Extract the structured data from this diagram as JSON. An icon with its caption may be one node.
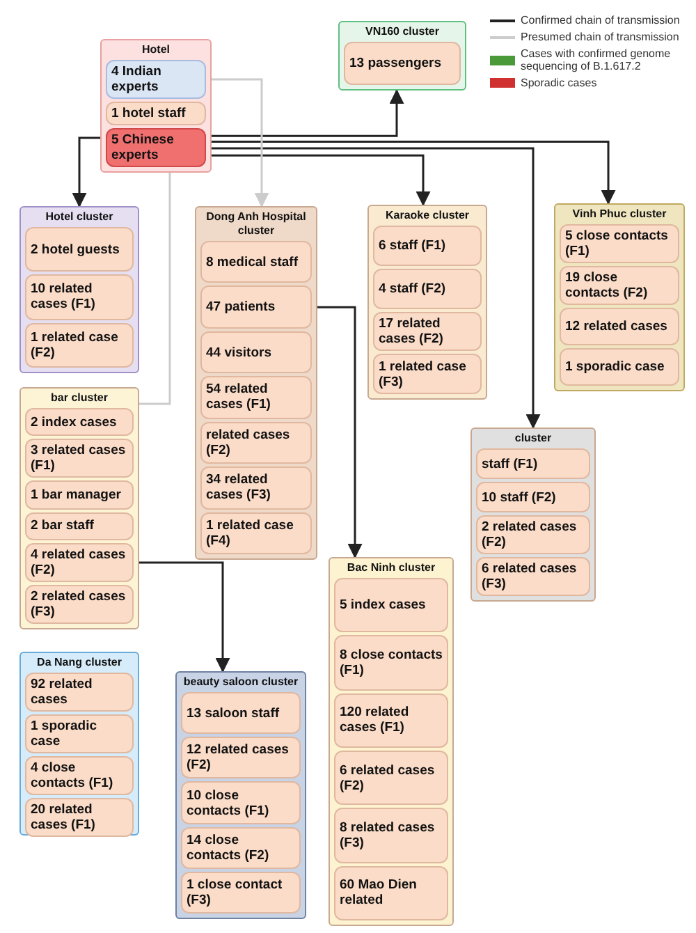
{
  "diagram": {
    "nodes": [
      {
        "text": [
          "Hotel"
        ]
      },
      {
        "text": [
          "4 Indian experts"
        ],
        "in": 0
      },
      {
        "text": [
          "1 hotel staff"
        ],
        "in": 0
      },
      {
        "text": [
          "5 Chinese experts"
        ],
        "in": 0
      },
      {
        "text": [
          "VN160 cluster"
        ]
      },
      {
        "text": [
          "13 passengers"
        ],
        "in": 4
      },
      {
        "text": [
          "Hotel cluster"
        ]
      },
      {
        "text": [
          "2 hotel guests"
        ],
        "in": 6
      },
      {
        "text": [
          "10 related cases (F1)"
        ],
        "in": 6
      },
      {
        "text": [
          "1 related case (F2)"
        ],
        "in": 6
      },
      {
        "text": [
          "Dong Anh Hospital cluster"
        ]
      },
      {
        "text": [
          "8 medical staff"
        ],
        "in": 10
      },
      {
        "text": [
          "47 patients"
        ],
        "in": 10
      },
      {
        "text": [
          "44 visitors"
        ],
        "in": 10
      },
      {
        "text": [
          "54 related cases (F1)"
        ],
        "in": 10
      },
      {
        "text": [
          "related cases (F2)"
        ],
        "in": 10
      },
      {
        "text": [
          "34 related cases (F3)"
        ],
        "in": 10
      },
      {
        "text": [
          "1 related case (F4)"
        ],
        "in": 10
      },
      {
        "text": [
          "Karaoke cluster"
        ]
      },
      {
        "text": [
          "6 staff (F1)"
        ],
        "in": 18
      },
      {
        "text": [
          "4 staff (F2)"
        ],
        "in": 18
      },
      {
        "text": [
          "17 related cases (F2)"
        ],
        "in": 18
      },
      {
        "text": [
          "1 related case (F3)"
        ],
        "in": 18
      },
      {
        "text": [
          "Vinh Phuc cluster"
        ]
      },
      {
        "text": [
          "5 close contacts (F1)"
        ],
        "in": 23
      },
      {
        "text": [
          "19 close contacts (F2)"
        ],
        "in": 23
      },
      {
        "text": [
          "12 related cases"
        ],
        "in": 23
      },
      {
        "text": [
          "1 sporadic case"
        ],
        "in": 23
      },
      {
        "text": [
          "bar cluster"
        ]
      },
      {
        "text": [
          "2 index cases"
        ],
        "in": 28
      },
      {
        "text": [
          "3 related cases (F1)"
        ],
        "in": 28
      },
      {
        "text": [
          "1 bar manager"
        ],
        "in": 28
      },
      {
        "text": [
          "2 bar staff"
        ],
        "in": 28
      },
      {
        "text": [
          "4 related cases (F2)"
        ],
        "in": 28
      },
      {
        "text": [
          "2 related cases (F3)"
        ],
        "in": 28
      },
      {
        "text": [
          "cluster"
        ]
      },
      {
        "text": [
          "staff (F1)"
        ],
        "in": 35
      },
      {
        "text": [
          "10 staff (F2)"
        ],
        "in": 35
      },
      {
        "text": [
          "2 related cases (F2)"
        ],
        "in": 35
      },
      {
        "text": [
          "6 related cases (F3)"
        ],
        "in": 35
      },
      {
        "text": [
          "Bac Ninh cluster"
        ]
      },
      {
        "text": [
          "5 index cases"
        ],
        "in": 40
      },
      {
        "text": [
          "8 close contacts (F1)"
        ],
        "in": 40
      },
      {
        "text": [
          "120 related cases (F1)"
        ],
        "in": 40
      },
      {
        "text": [
          "6 related cases (F2)"
        ],
        "in": 40
      },
      {
        "text": [
          "8 related cases (F3)"
        ],
        "in": 40
      },
      {
        "text": [
          "60 Mao Dien related"
        ],
        "in": 40
      },
      {
        "text": [
          "Da Nang cluster"
        ]
      },
      {
        "text": [
          "92 related cases"
        ],
        "in": 47
      },
      {
        "text": [
          "1 sporadic case"
        ],
        "in": 47
      },
      {
        "text": [
          "4 close contacts (F1)"
        ],
        "in": 47
      },
      {
        "text": [
          "20 related cases (F1)"
        ],
        "in": 47
      },
      {
        "text": [
          "beauty saloon cluster"
        ]
      },
      {
        "text": [
          "13 saloon staff"
        ],
        "in": 52
      },
      {
        "text": [
          "12 related cases (F2)"
        ],
        "in": 52
      },
      {
        "text": [
          "10 close contacts (F1)"
        ],
        "in": 52
      },
      {
        "text": [
          "14 close contacts (F2)"
        ],
        "in": 52
      },
      {
        "text": [
          "1 close contact (F3)"
        ],
        "in": 52
      }
    ],
    "edges": [
      {
        "from": 3,
        "to": 6,
        "arrow": "to"
      },
      {
        "from": 3,
        "to": 4,
        "arrow": "to"
      },
      {
        "from": 3,
        "to": 18,
        "arrow": "to"
      },
      {
        "from": 3,
        "to": 23,
        "arrow": "to"
      },
      {
        "from": 3,
        "to": 35,
        "arrow": "to"
      },
      {
        "from": 12,
        "to": 40,
        "arrow": "to"
      },
      {
        "from": 33,
        "to": 52,
        "arrow": "to"
      },
      {
        "from": 1,
        "to": 10,
        "arrow": "to",
        "color": "#cccccc"
      },
      {
        "from": 0,
        "to": 28,
        "arrow": "none",
        "color": "#cccccc"
      }
    ],
    "legend": [
      {
        "text": "Confirmed chain of transmission"
      },
      {
        "text": "Presumed chain of transmission"
      },
      {
        "text": "Cases with confirmed genome sequencing of B.1.617.2",
        "color": "#4a9a3a"
      },
      {
        "text": "Sporadic cases",
        "color": "#d03030"
      }
    ]
  }
}
